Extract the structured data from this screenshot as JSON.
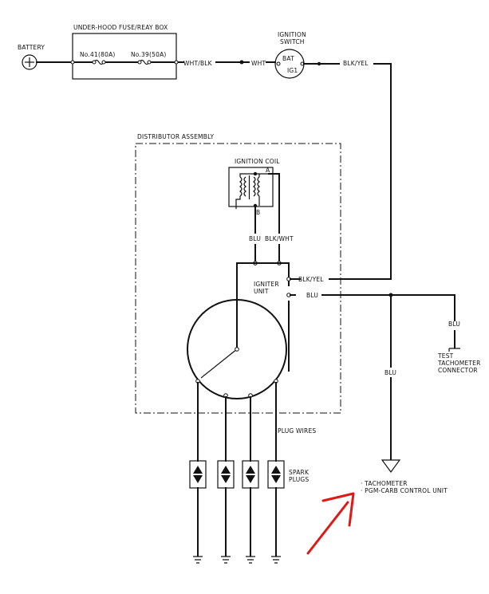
{
  "labels": {
    "battery": "BATTERY",
    "fuse_box": "UNDER-HOOD FUSE/REAY BOX",
    "fuse1": "No.41(80A)",
    "fuse2": "No.39(50A)",
    "wht_blk": "WHT/BLK",
    "wht": "WHT",
    "ignition_switch_1": "IGNITION",
    "ignition_switch_2": "SWITCH",
    "bat": "BAT",
    "ig1": "IG1",
    "blk_yel_top": "BLK/YEL",
    "distributor": "DISTRIBUTOR ASSEMBLY",
    "ignition_coil": "IGNITION COIL",
    "coil_a": "A",
    "coil_b": "B",
    "blu_coil": "BLU",
    "blk_wht": "BLK/WHT",
    "igniter_1": "IGNITER",
    "igniter_2": "UNIT",
    "blk_yel_igniter": "BLK/YEL",
    "blu_igniter": "BLU",
    "blu_test": "BLU",
    "test_1": "TEST",
    "test_2": "TACHOMETER",
    "test_3": "CONNECTOR",
    "blu_tach": "BLU",
    "plug_wires": "PLUG WIRES",
    "spark_1": "SPARK",
    "spark_2": "PLUGS",
    "tachometer": "· TACHOMETER",
    "pgm_carb": "· PGM-CARB CONTROL UNIT"
  },
  "colors": {
    "wire": "#111111",
    "annotation_arrow": "#e01818"
  }
}
